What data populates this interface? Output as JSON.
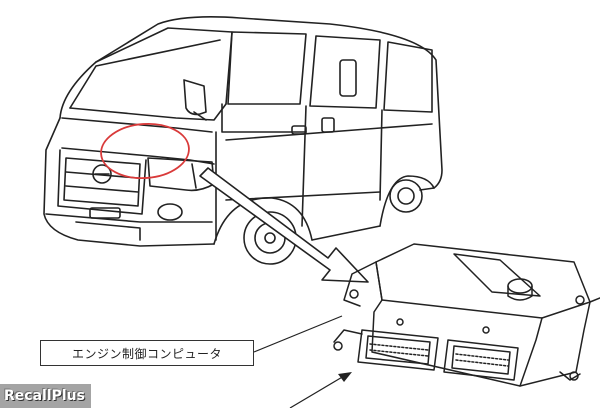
{
  "component_label": "エンジン制御コンピュータ",
  "watermark": "RecallPlus",
  "colors": {
    "highlight": "#d93a3a",
    "line": "#222222"
  },
  "icons": [
    "van-illustration",
    "ecu-illustration",
    "pointer-arrow-icon"
  ]
}
